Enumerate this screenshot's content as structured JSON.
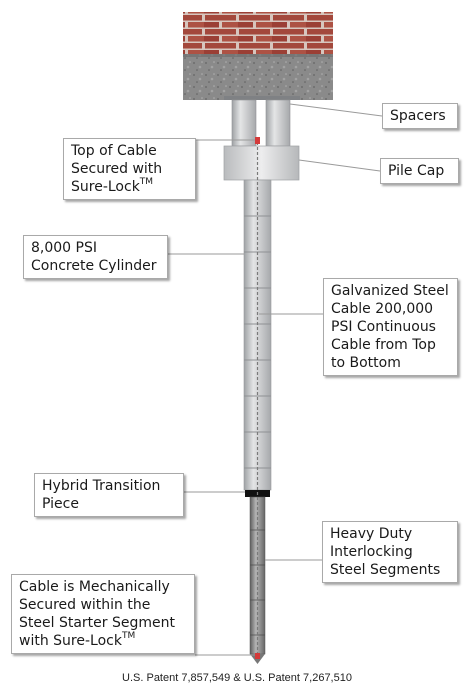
{
  "callouts": {
    "spacers": {
      "lines": [
        "Spacers"
      ]
    },
    "top_of_cable": {
      "lines": [
        "Top of Cable",
        "Secured with",
        "Sure-Lock"
      ],
      "trademark": "TM"
    },
    "pile_cap": {
      "lines": [
        "Pile Cap"
      ]
    },
    "concrete_cylinder": {
      "lines": [
        "8,000 PSI",
        "Concrete Cylinder"
      ]
    },
    "steel_cable": {
      "lines": [
        "Galvanized Steel",
        "Cable 200,000",
        "PSI Continuous",
        "Cable from Top",
        "to Bottom"
      ]
    },
    "hybrid_transition": {
      "lines": [
        "Hybrid Transition",
        "Piece"
      ]
    },
    "steel_segments": {
      "lines": [
        "Heavy Duty",
        "Interlocking",
        "Steel Segments"
      ]
    },
    "cable_secured_bottom": {
      "lines": [
        "Cable is Mechanically",
        "Secured within the",
        "Steel Starter Segment",
        "with Sure-Lock"
      ],
      "trademark": "TM"
    }
  },
  "footer": {
    "patent": "U.S. Patent 7,857,549 & U.S. Patent 7,267,510"
  },
  "colors": {
    "brick": "#a3483c",
    "mortar": "#d9c8c0",
    "concrete_footing": "#8d8d8d",
    "pile_concrete": "#c7c9cb",
    "steel": "#8a8a8a",
    "cable_marker": "#d43a3a",
    "leader_line": "#9a9a9a"
  }
}
